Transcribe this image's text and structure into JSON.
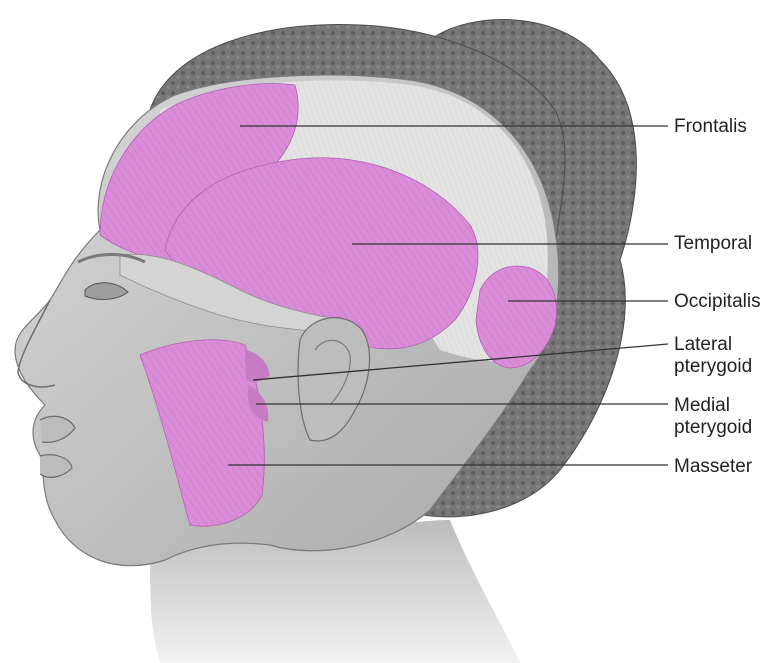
{
  "labels": {
    "frontalis": "Frontalis",
    "temporal": "Temporal",
    "occipitalis": "Occipitalis",
    "lateral_pterygoid": [
      "Lateral",
      "pterygoid"
    ],
    "medial_pterygoid": [
      "Medial",
      "pterygoid"
    ],
    "masseter": "Masseter"
  },
  "colors": {
    "muscle": "#d98ad6",
    "muscle_shade": "#b45fb3",
    "skin": "#c9c9c9",
    "skin_dark": "#9a9a9a",
    "hair": "#6e6e6e",
    "fascia": "#e4e4e4",
    "leader_line": "#333333",
    "text": "#231f20"
  }
}
